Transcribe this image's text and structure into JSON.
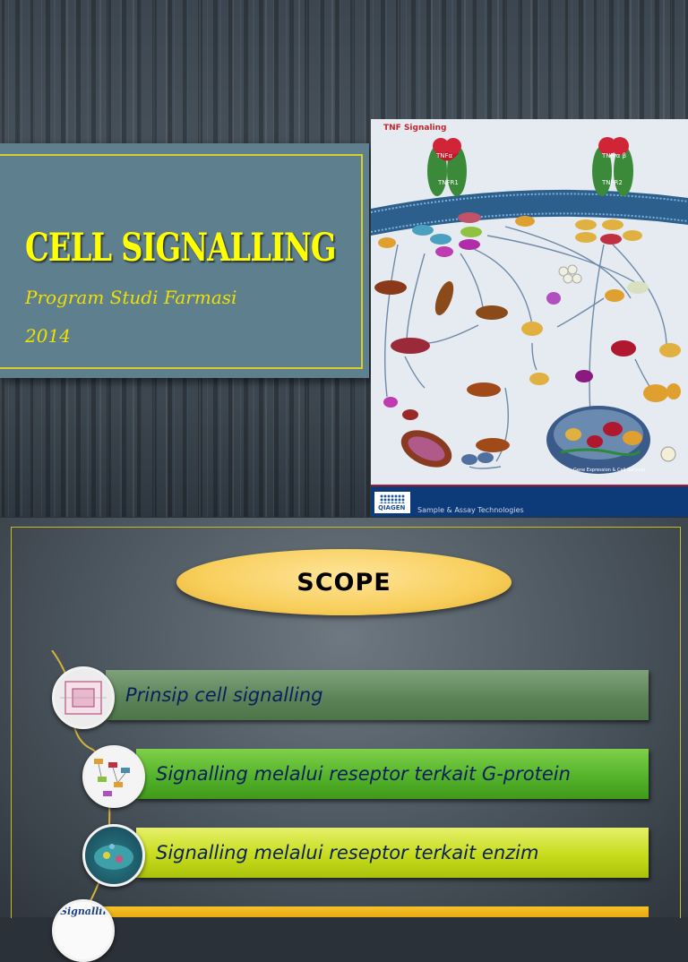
{
  "slide1": {
    "title": "CELL SIGNALLING",
    "subtitle": "Program Studi Farmasi",
    "year": "2014",
    "figure": {
      "title": "TNF Signaling",
      "labels": {
        "tnfa": "TNFα",
        "tnfr1": "TNFR1",
        "tnf2": "TNF α β",
        "tnfr2": "TNFR2",
        "nucleus": "Gene Expression & Cell Survival"
      },
      "footer_logo": "QIAGEN",
      "footer_tagline": "Sample & Assay Technologies"
    }
  },
  "slide2": {
    "heading": "SCOPE",
    "items": [
      {
        "label": "Prinsip cell signalling",
        "color": "#5d8459"
      },
      {
        "label": "Signalling melalui reseptor terkait G-protein",
        "color": "#55b32b"
      },
      {
        "label": "Signalling melalui reseptor terkait enzim",
        "color": "#c7dc1c"
      }
    ],
    "partial_item_thumb_text": "Signalling",
    "accent_colors": {
      "title": "#ffff00",
      "frame": "#d8cf2a",
      "item4": "#e9a912"
    }
  }
}
